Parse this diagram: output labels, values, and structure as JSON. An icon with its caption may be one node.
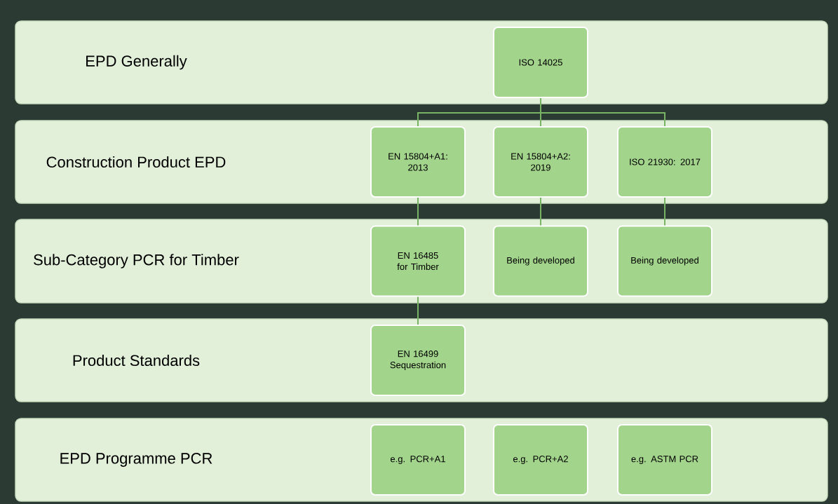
{
  "diagram": {
    "nodes": [
      {
        "text": [
          "EPD Generally"
        ]
      },
      {
        "text": [
          "ISO 14025"
        ],
        "in": 0
      },
      {
        "text": [
          "Construction Product EPD"
        ]
      },
      {
        "text": [
          "EN 15804+A1: 2013"
        ],
        "in": 2
      },
      {
        "text": [
          "EN 15804+A2: 2019"
        ],
        "in": 2
      },
      {
        "text": [
          "ISO 21930: 2017"
        ],
        "in": 2
      },
      {
        "text": [
          "Sub-Category PCR for Timber"
        ]
      },
      {
        "text": [
          "EN 16485 for Timber"
        ],
        "in": 6
      },
      {
        "text": [
          "Being developed"
        ],
        "in": 6
      },
      {
        "text": [
          "Being developed"
        ],
        "in": 6
      },
      {
        "text": [
          "Product Standards"
        ]
      },
      {
        "text": [
          "EN 16499 Sequestration"
        ],
        "in": 10
      },
      {
        "text": [
          "EPD Programme PCR"
        ]
      },
      {
        "text": [
          "e.g. PCR+A1"
        ],
        "in": 12
      },
      {
        "text": [
          "e.g. PCR+A2"
        ],
        "in": 12
      },
      {
        "text": [
          "e.g. ASTM PCR"
        ],
        "in": 12
      }
    ],
    "edges": [
      {
        "from": 1,
        "to": 3,
        "arrow": "none"
      },
      {
        "from": 1,
        "to": 4,
        "arrow": "none"
      },
      {
        "from": 1,
        "to": 5,
        "arrow": "none"
      },
      {
        "from": 3,
        "to": 7,
        "arrow": "none"
      },
      {
        "from": 4,
        "to": 8,
        "arrow": "none"
      },
      {
        "from": 5,
        "to": 9,
        "arrow": "none"
      },
      {
        "from": 7,
        "to": 11,
        "arrow": "none"
      }
    ]
  }
}
